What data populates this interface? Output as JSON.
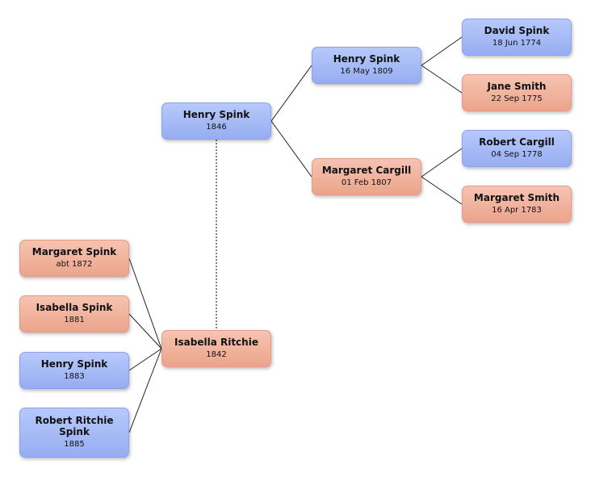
{
  "people": {
    "henry_1846": {
      "name": "Henry Spink",
      "date": "1846"
    },
    "isabella_ritchie": {
      "name": "Isabella Ritchie",
      "date": "1842"
    },
    "henry_1809": {
      "name": "Henry Spink",
      "date": "16 May 1809"
    },
    "margaret_cargill": {
      "name": "Margaret Cargill",
      "date": "01 Feb 1807"
    },
    "david_spink": {
      "name": "David Spink",
      "date": "18 Jun 1774"
    },
    "jane_smith": {
      "name": "Jane Smith",
      "date": "22 Sep 1775"
    },
    "robert_cargill": {
      "name": "Robert Cargill",
      "date": "04 Sep 1778"
    },
    "margaret_smith": {
      "name": "Margaret Smith",
      "date": "16 Apr 1783"
    },
    "margaret_spink": {
      "name": "Margaret Spink",
      "date": "abt 1872"
    },
    "isabella_spink": {
      "name": "Isabella Spink",
      "date": "1881"
    },
    "henry_1883": {
      "name": "Henry Spink",
      "date": "1883"
    },
    "robert_ritchie_spink": {
      "name": "Robert Ritchie Spink",
      "date": "1885"
    }
  },
  "colors": {
    "male": "#a7bbf6",
    "female": "#f1b29c",
    "line": "#222222"
  }
}
